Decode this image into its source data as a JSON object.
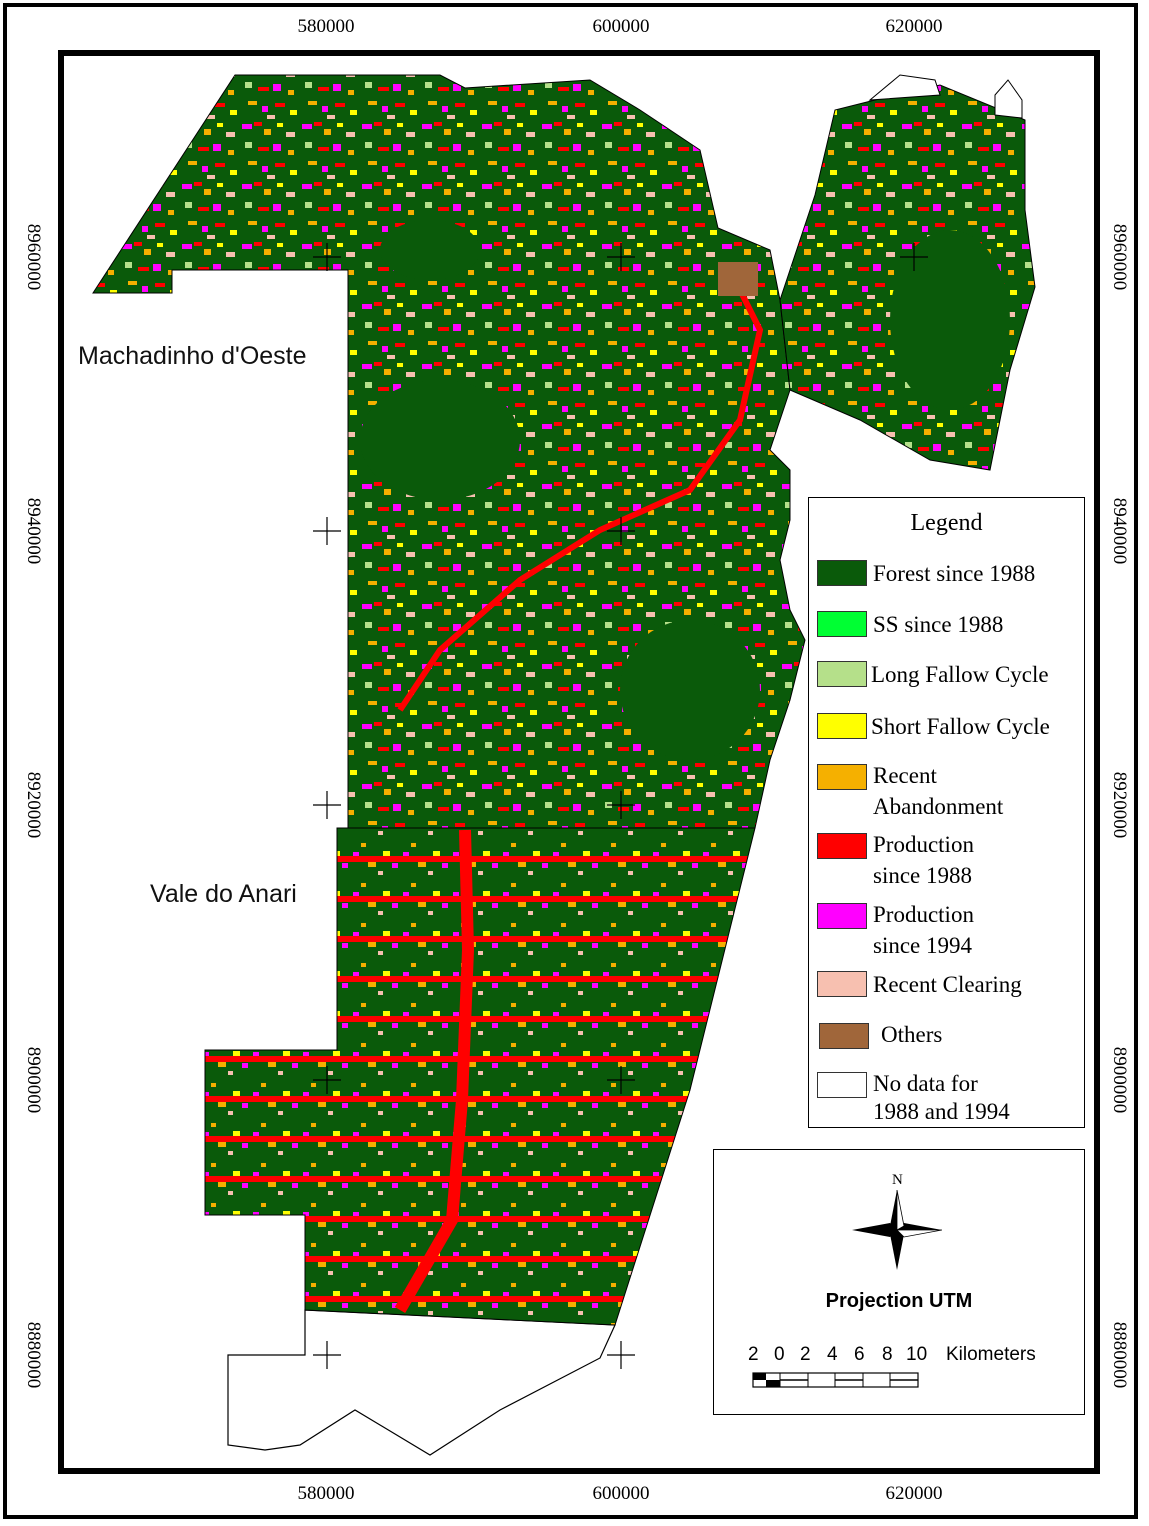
{
  "map": {
    "x_ticks": [
      "580000",
      "600000",
      "620000"
    ],
    "y_ticks": [
      "8960000",
      "8940000",
      "8920000",
      "8900000",
      "8880000"
    ],
    "regions": {
      "north": "Machadinho d'Oeste",
      "south": "Vale do Anari"
    }
  },
  "legend": {
    "title": "Legend",
    "items": [
      {
        "lines": [
          "Forest since 1988"
        ],
        "color": "#0a5a0a"
      },
      {
        "lines": [
          "SS since 1988"
        ],
        "color": "#00ff33"
      },
      {
        "lines": [
          "Long Fallow Cycle"
        ],
        "color": "#b5e08a"
      },
      {
        "lines": [
          "Short Fallow Cycle"
        ],
        "color": "#ffff00"
      },
      {
        "lines": [
          "Recent",
          "Abandonment"
        ],
        "color": "#f5b000"
      },
      {
        "lines": [
          "Production",
          "since 1988"
        ],
        "color": "#ff0000"
      },
      {
        "lines": [
          "Production",
          "since 1994"
        ],
        "color": "#ff00ff"
      },
      {
        "lines": [
          "Recent Clearing"
        ],
        "color": "#f7c0b0"
      },
      {
        "lines": [
          "Others"
        ],
        "color": "#a0663a"
      },
      {
        "lines": [
          "No data for",
          "1988 and 1994"
        ],
        "color": "#ffffff"
      }
    ]
  },
  "north_arrow": {
    "label": "N",
    "icon": "compass-rose-icon"
  },
  "projection": "Projection UTM",
  "scale": {
    "numbers": [
      "2",
      "0",
      "2",
      "4",
      "6",
      "8",
      "10"
    ],
    "unit": "Kilometers"
  }
}
